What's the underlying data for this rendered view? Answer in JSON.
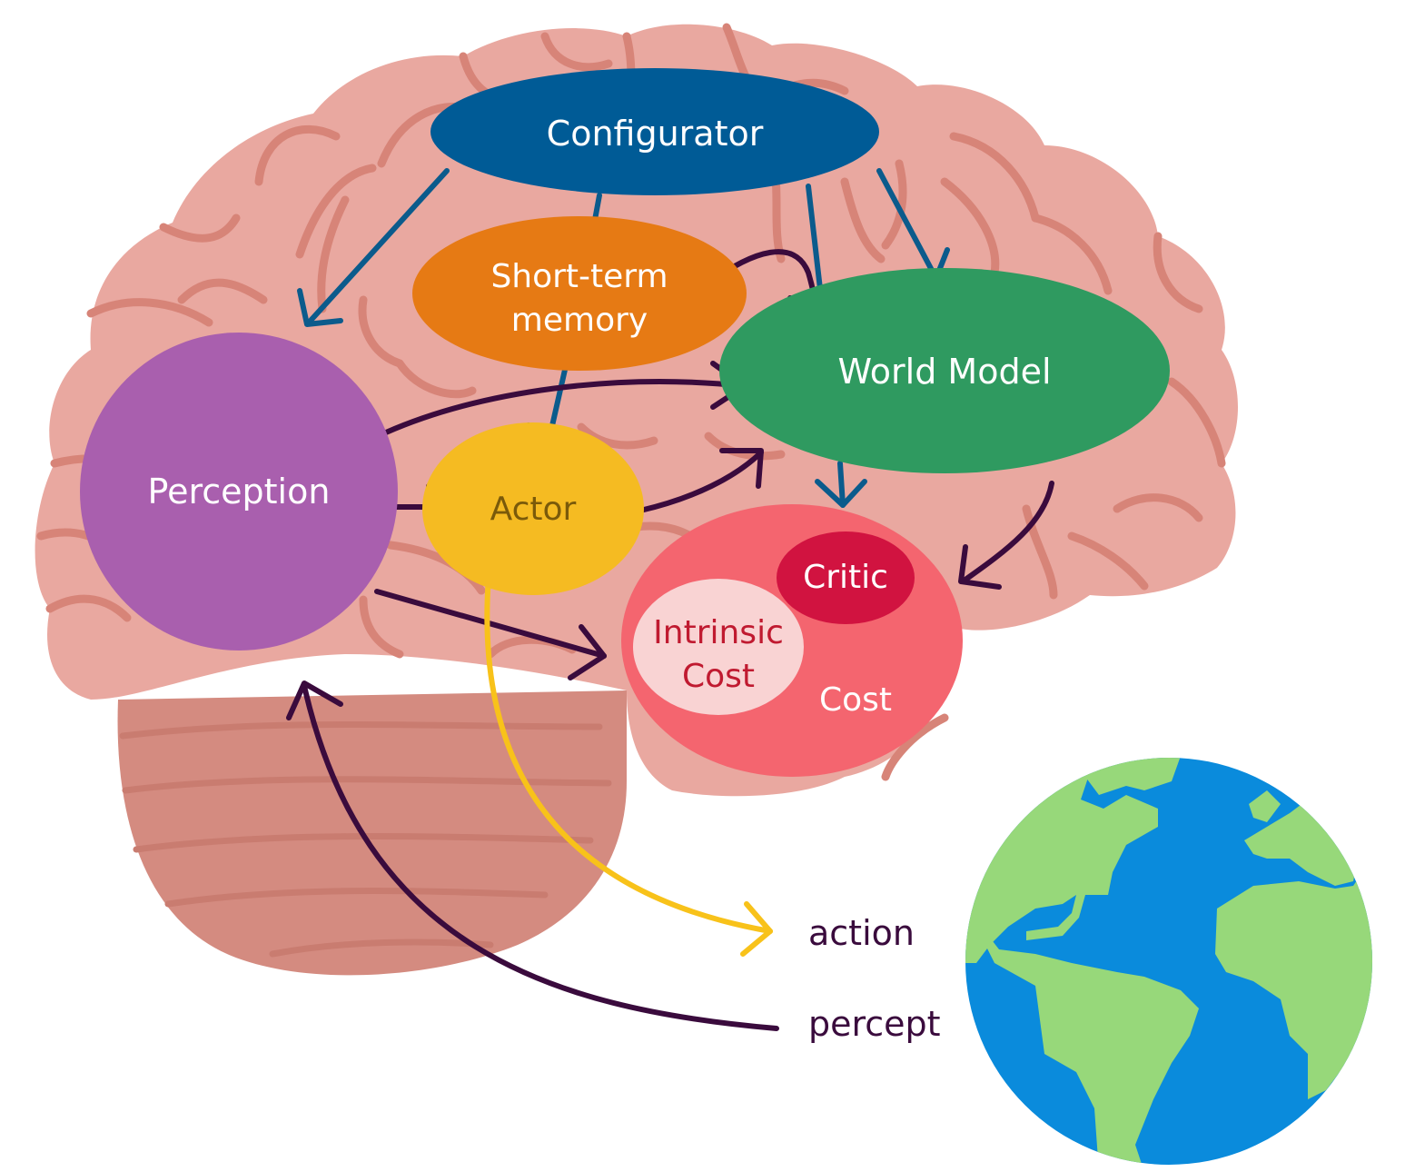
{
  "colors": {
    "brain": "#e9a8a0",
    "brain_folds": "#d78478",
    "cerebellum": "#d48b80",
    "configurator": "#005b96",
    "short_term_memory": "#e67a14",
    "world_model": "#2f9a60",
    "perception": "#a95fae",
    "actor": "#f5bb22",
    "cost": "#f4656f",
    "critic": "#d11340",
    "intrinsic_cost": "#f9d3d3",
    "arrow_blue": "#0b5b8c",
    "arrow_dark": "#3a0b3d",
    "arrow_yellow": "#f8c21a",
    "ocean": "#0a8bdc",
    "land": "#97d87a"
  },
  "modules": {
    "configurator": "Configurator",
    "short_term_memory_line1": "Short-term",
    "short_term_memory_line2": "memory",
    "world_model": "World Model",
    "perception": "Perception",
    "actor": "Actor",
    "cost": "Cost",
    "critic": "Critic",
    "intrinsic_cost_line1": "Intrinsic",
    "intrinsic_cost_line2": "Cost"
  },
  "external": {
    "action": "action",
    "percept": "percept"
  },
  "icons": {
    "brain": "brain-icon",
    "earth": "earth-globe-icon"
  }
}
